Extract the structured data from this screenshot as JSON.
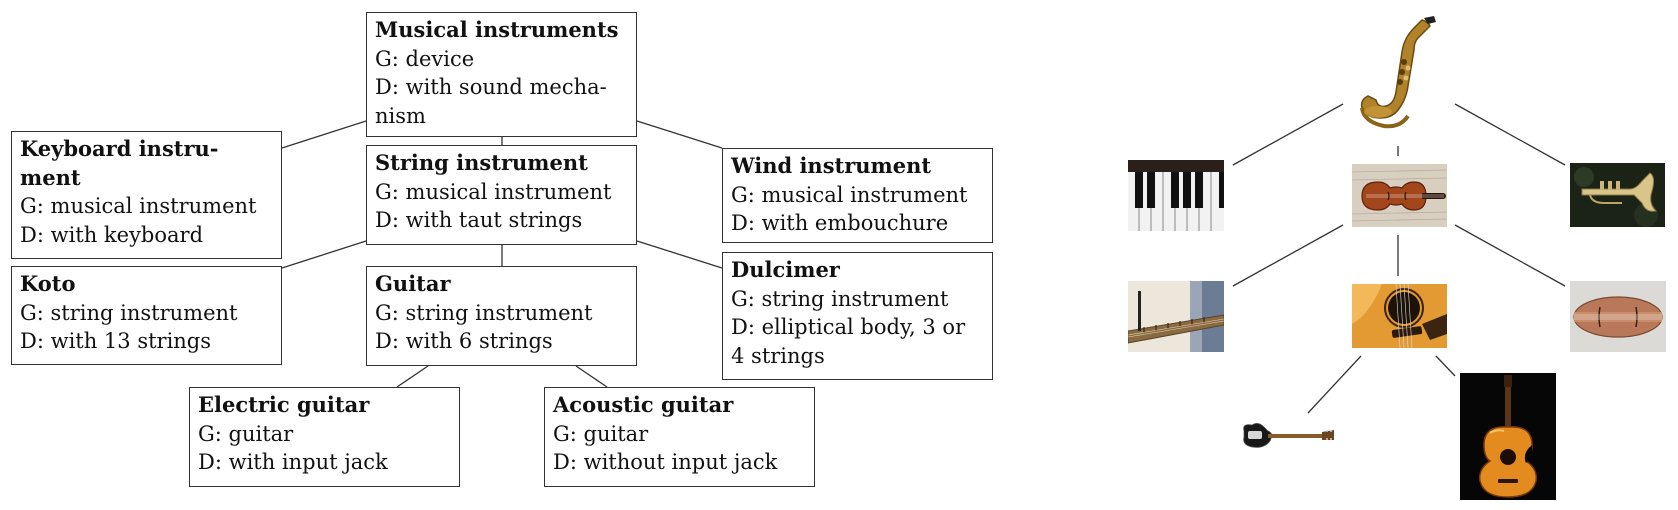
{
  "taxonomy": {
    "musical_instruments": {
      "title": "Musical instruments",
      "genus": "G: device",
      "diff_1": "D: with sound mecha-",
      "diff_2": "nism"
    },
    "keyboard_instrument": {
      "title_1": "Keyboard instru-",
      "title_2": "ment",
      "genus": "G: musical instrument",
      "diff": "D: with keyboard"
    },
    "string_instrument": {
      "title": "String instrument",
      "genus": "G: musical instrument",
      "diff": "D: with taut strings"
    },
    "wind_instrument": {
      "title": "Wind instrument",
      "genus": "G: musical instrument",
      "diff": "D: with embouchure"
    },
    "koto": {
      "title": "Koto",
      "genus": "G: string instrument",
      "diff": "D: with 13 strings"
    },
    "guitar": {
      "title": "Guitar",
      "genus": "G: string instrument",
      "diff": "D: with 6 strings"
    },
    "dulcimer": {
      "title": "Dulcimer",
      "genus": "G: string instrument",
      "diff_1": "D: elliptical body, 3 or",
      "diff_2": "4 strings"
    },
    "electric_guitar": {
      "title": "Electric guitar",
      "genus": "G: guitar",
      "diff": "D: with input jack"
    },
    "acoustic_guitar": {
      "title": "Acoustic guitar",
      "genus": "G: guitar",
      "diff": "D: without input jack"
    }
  },
  "photo_tree": {
    "images": [
      "saxophone",
      "piano-keys",
      "violin",
      "trumpet",
      "koto",
      "acoustic-guitar-closeup",
      "dulcimer",
      "electric-guitar",
      "acoustic-guitar"
    ]
  },
  "colors": {
    "border": "#333333",
    "link": "#333333",
    "background": "#ffffff"
  }
}
